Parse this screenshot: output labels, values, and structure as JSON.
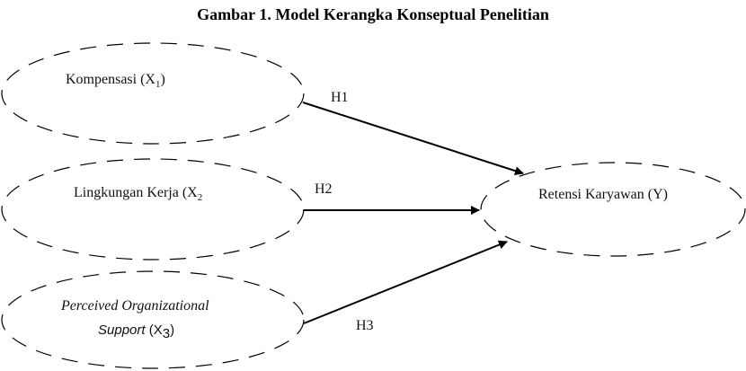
{
  "title": "Gambar 1. Model Kerangka Konseptual Penelitian",
  "nodes": {
    "x1": {
      "text": "Kompensasi (X",
      "sub": "1",
      "after": ")"
    },
    "x2": {
      "text": "Lingkungan Kerja (X",
      "sub": "2",
      "after": ""
    },
    "x3": {
      "line1": "Perceived Organizational",
      "line2": "Support",
      "line2_rest": " (X",
      "sub": "3",
      "after": ")"
    },
    "y": {
      "text": "Retensi Karyawan (Y)"
    }
  },
  "edges": {
    "h1": "H1",
    "h2": "H2",
    "h3": "H3"
  }
}
